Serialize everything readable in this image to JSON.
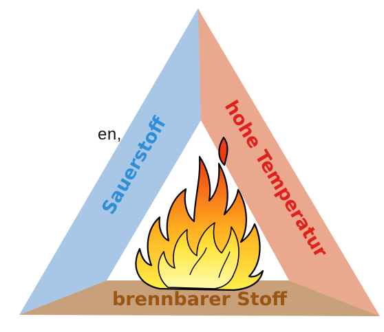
{
  "fragment_text": "en,",
  "labels": {
    "left": "Sauerstoff",
    "right": "hohe Temperatur",
    "bottom": "brennbarer Stoff"
  },
  "colors": {
    "left_band": "#a8c6e6",
    "right_band": "#eaa88f",
    "bottom_band": "#c8a07a",
    "left_text": "#2f8fd6",
    "right_text": "#e0201a",
    "bottom_text": "#9a5414"
  },
  "icon": "fire-icon"
}
